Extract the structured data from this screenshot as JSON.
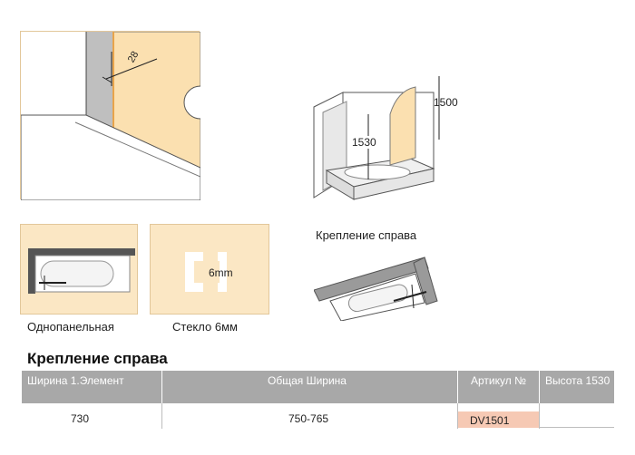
{
  "figure_top": {
    "dimension_label": "28"
  },
  "figure_3d": {
    "height_right": "1500",
    "height_left": "1530",
    "caption": "Крепление справа"
  },
  "tiles": [
    {
      "caption": "Однопанельная"
    },
    {
      "caption": "Стекло 6мм",
      "inner_label": "6mm"
    }
  ],
  "section_title": "Крепление справа",
  "table": {
    "headers": [
      "Ширина 1.Элемент",
      "Общая Ширина",
      "Артикул №",
      "Высота 1530"
    ],
    "row": [
      "730",
      "750-765",
      "DV1501",
      ""
    ]
  },
  "colors": {
    "tile_bg": "#fbe7c4",
    "tile_border": "#e2c79a",
    "header_bg": "#a8a8a8",
    "sku_bg": "#f6c9b4"
  }
}
